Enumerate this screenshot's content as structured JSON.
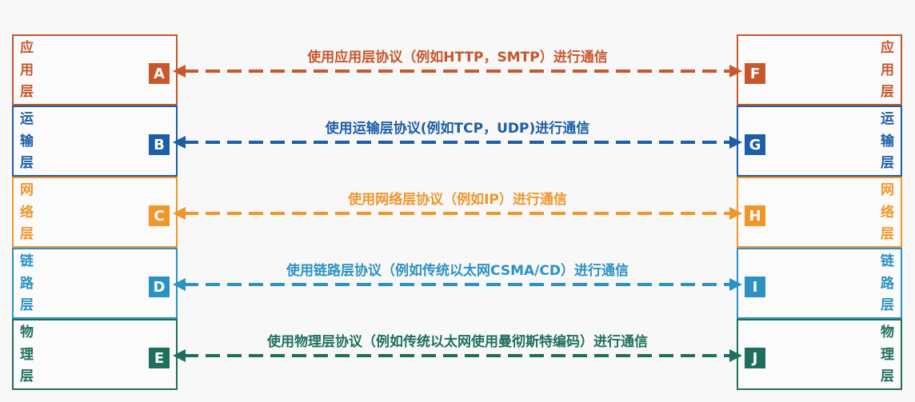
{
  "colors": {
    "application": "#c8572b",
    "transport": "#1c5ea8",
    "network": "#f0962a",
    "datalink": "#2b92c2",
    "physical": "#1f6f5e"
  },
  "layers": [
    {
      "key": "application",
      "name_chars": [
        "应",
        "用",
        "层"
      ],
      "left_badge": "A",
      "right_badge": "F",
      "protocol_text": "使用应用层协议（例如HTTP，SMTP）进行通信"
    },
    {
      "key": "transport",
      "name_chars": [
        "运",
        "输",
        "层"
      ],
      "left_badge": "B",
      "right_badge": "G",
      "protocol_text": "使用运输层协议(例如TCP，UDP)进行通信"
    },
    {
      "key": "network",
      "name_chars": [
        "网",
        "络",
        "层"
      ],
      "left_badge": "C",
      "right_badge": "H",
      "protocol_text": "使用网络层协议（例如IP）进行通信"
    },
    {
      "key": "datalink",
      "name_chars": [
        "链",
        "路",
        "层"
      ],
      "left_badge": "D",
      "right_badge": "I",
      "protocol_text": "使用链路层协议（例如传统以太网CSMA/CD）进行通信"
    },
    {
      "key": "physical",
      "name_chars": [
        "物",
        "理",
        "层"
      ],
      "left_badge": "E",
      "right_badge": "J",
      "protocol_text": "使用物理层协议（例如传统以太网使用曼彻斯特编码）进行通信"
    }
  ]
}
